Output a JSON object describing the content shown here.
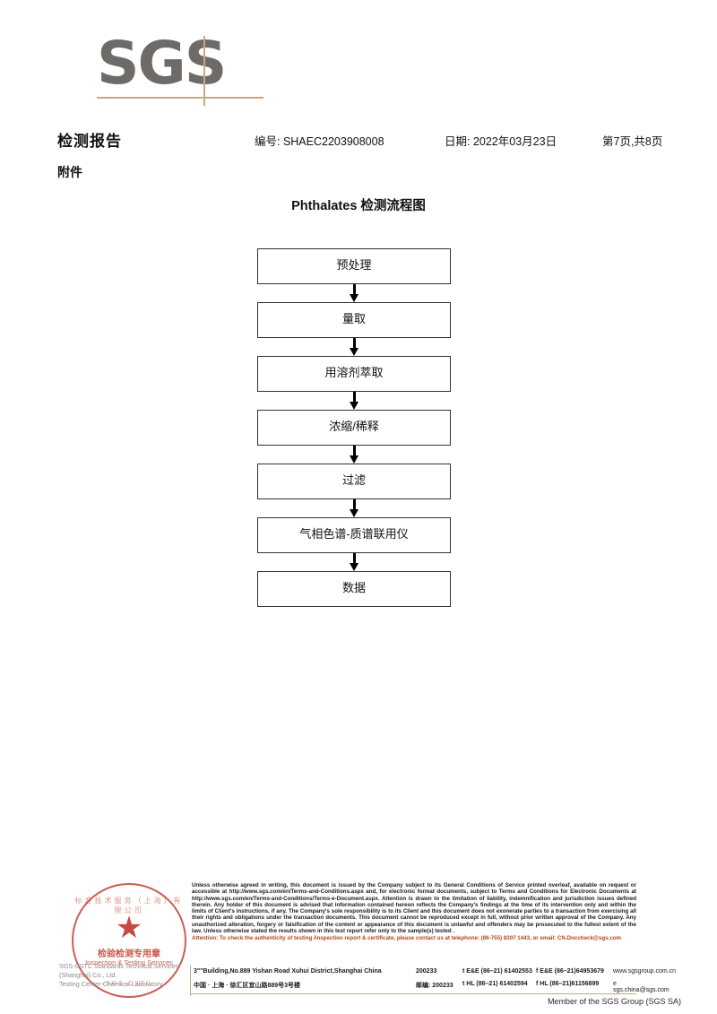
{
  "logo": {
    "text": "SGS"
  },
  "header": {
    "title": "检测报告",
    "report_no": "编号: SHAEC2203908008",
    "date": "日期: 2022年03月23日",
    "page_info": "第7页,共8页",
    "attachment": "附件"
  },
  "flowchart": {
    "title": "Phthalates 检测流程图",
    "steps": [
      {
        "label": "预处理"
      },
      {
        "label": "量取"
      },
      {
        "label": "用溶剂萃取"
      },
      {
        "label": "浓缩/稀释"
      },
      {
        "label": "过滤"
      },
      {
        "label": "气相色谱-质谱联用仪"
      },
      {
        "label": "数据"
      }
    ]
  },
  "stamp": {
    "arc_top": "标准技术服务（上海）有限公司",
    "center_cn": "检验检测专用章",
    "center_en": "Inspection & Testing Services",
    "arc_bottom": "SGS-CSTC"
  },
  "lab": {
    "line1": "SGS-CSTC Standards Technical Services (Shanghai) Co., Ltd.",
    "line2": "Testing Center-Chemical Laboratory."
  },
  "footer": {
    "legal": "Unless otherwise agreed in writing, this document is issued by the Company subject to its General Conditions of Service printed overleaf, available on request or accessible at http://www.sgs.com/en/Terms-and-Conditions.aspx and, for electronic format documents, subject to Terms and Conditions for Electronic Documents at http://www.sgs.com/en/Terms-and-Conditions/Terms-e-Document.aspx. Attention is drawn to the limitation of liability, indemnification and jurisdiction issues defined therein. Any holder of this document is advised that information contained hereon reflects the Company's findings at the time of its intervention only and within the limits of Client's instructions, if any. The Company's sole responsibility is to its Client and this document does not exonerate parties to a transaction from exercising all their rights and obligations under the transaction documents. This document cannot be reproduced except in full, without prior written approval of the Company. Any unauthorized alteration, forgery or falsification of the content or appearance of this document is unlawful and offenders may be prosecuted to the fullest extent of the law. Unless otherwise stated the results shown in this test report refer only to the sample(s) tested .",
    "attention": "Attention: To check the authenticity of testing /inspection report & certificate, please contact us at telephone: (86-755) 8307 1443, or email: CN.Doccheck@sgs.com",
    "address_en": "3\"\"Building,No.889 Yishan Road Xuhui District,Shanghai China",
    "zip_en": "200233",
    "address_cn": "中国 · 上海 · 徐汇区宜山路889号3号楼",
    "zip_cn": "邮编: 200233",
    "tel1": "t E&E (86–21) 61402553",
    "fax1": "f E&E (86–21)64953679",
    "tel2": "t HL (86–21) 61402594",
    "fax2": "f HL (86–21)61156899",
    "web": "www.sgsgroup.com.cn",
    "email": "e sgs.china@sgs.com",
    "member": "Member of the SGS Group (SGS SA)"
  },
  "colors": {
    "logo_gray": "#6e6a67",
    "accent_tan": "#c8a882",
    "stamp_red": "#c0392b",
    "attention_orange": "#b3451f"
  }
}
